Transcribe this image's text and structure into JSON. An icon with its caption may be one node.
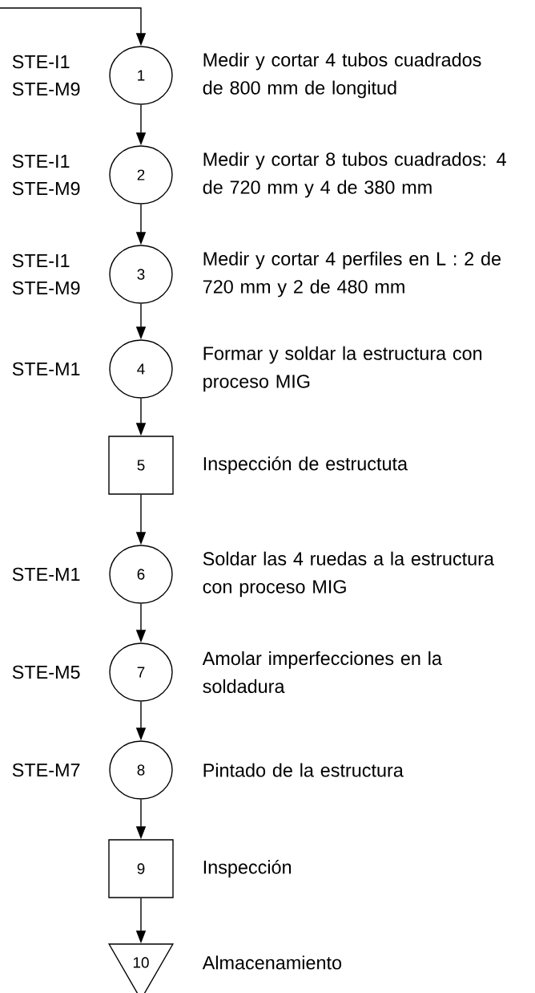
{
  "diagram": {
    "nodes": [
      {
        "text": [
          "1"
        ],
        "beside": [
          "STE-I1",
          "STE-M9",
          "Medir y cortar 4 tubos cuadrados de 800 mm de longitud"
        ]
      },
      {
        "text": [
          "2"
        ],
        "beside": [
          "STE-I1",
          "STE-M9",
          "Medir y cortar 8 tubos cuadrados: 4 de 720 mm y 4 de 380 mm"
        ]
      },
      {
        "text": [
          "3"
        ],
        "beside": [
          "STE-I1",
          "STE-M9",
          "Medir y cortar 4 perfiles en L : 2 de 720 mm y 2 de 480 mm"
        ]
      },
      {
        "text": [
          "4"
        ],
        "beside": [
          "STE-M1",
          "Formar y soldar la estructura con proceso MIG"
        ]
      },
      {
        "text": [
          "5"
        ],
        "beside": [
          "Inspección de estructuta"
        ]
      },
      {
        "text": [
          "6"
        ],
        "beside": [
          "STE-M1",
          "Soldar las 4 ruedas a la estructura con proceso MIG"
        ]
      },
      {
        "text": [
          "7"
        ],
        "beside": [
          "STE-M5",
          "Amolar imperfecciones en la soldadura"
        ]
      },
      {
        "text": [
          "8"
        ],
        "beside": [
          "STE-M7",
          "Pintado de la estructura"
        ]
      },
      {
        "text": [
          "9"
        ],
        "beside": [
          "Inspección"
        ]
      },
      {
        "text": [
          "10"
        ],
        "beside": [
          "Almacenamiento"
        ]
      }
    ],
    "edges": [
      {
        "from": null,
        "to": 0,
        "arrow": "to"
      },
      {
        "from": 0,
        "to": 1,
        "arrow": "to"
      },
      {
        "from": 1,
        "to": 2,
        "arrow": "to"
      },
      {
        "from": 2,
        "to": 3,
        "arrow": "to"
      },
      {
        "from": 3,
        "to": 4,
        "arrow": "to"
      },
      {
        "from": 4,
        "to": 5,
        "arrow": "to"
      },
      {
        "from": 5,
        "to": 6,
        "arrow": "to"
      },
      {
        "from": 6,
        "to": 7,
        "arrow": "to"
      },
      {
        "from": 7,
        "to": 8,
        "arrow": "to"
      },
      {
        "from": 8,
        "to": 9,
        "arrow": "to"
      }
    ]
  }
}
